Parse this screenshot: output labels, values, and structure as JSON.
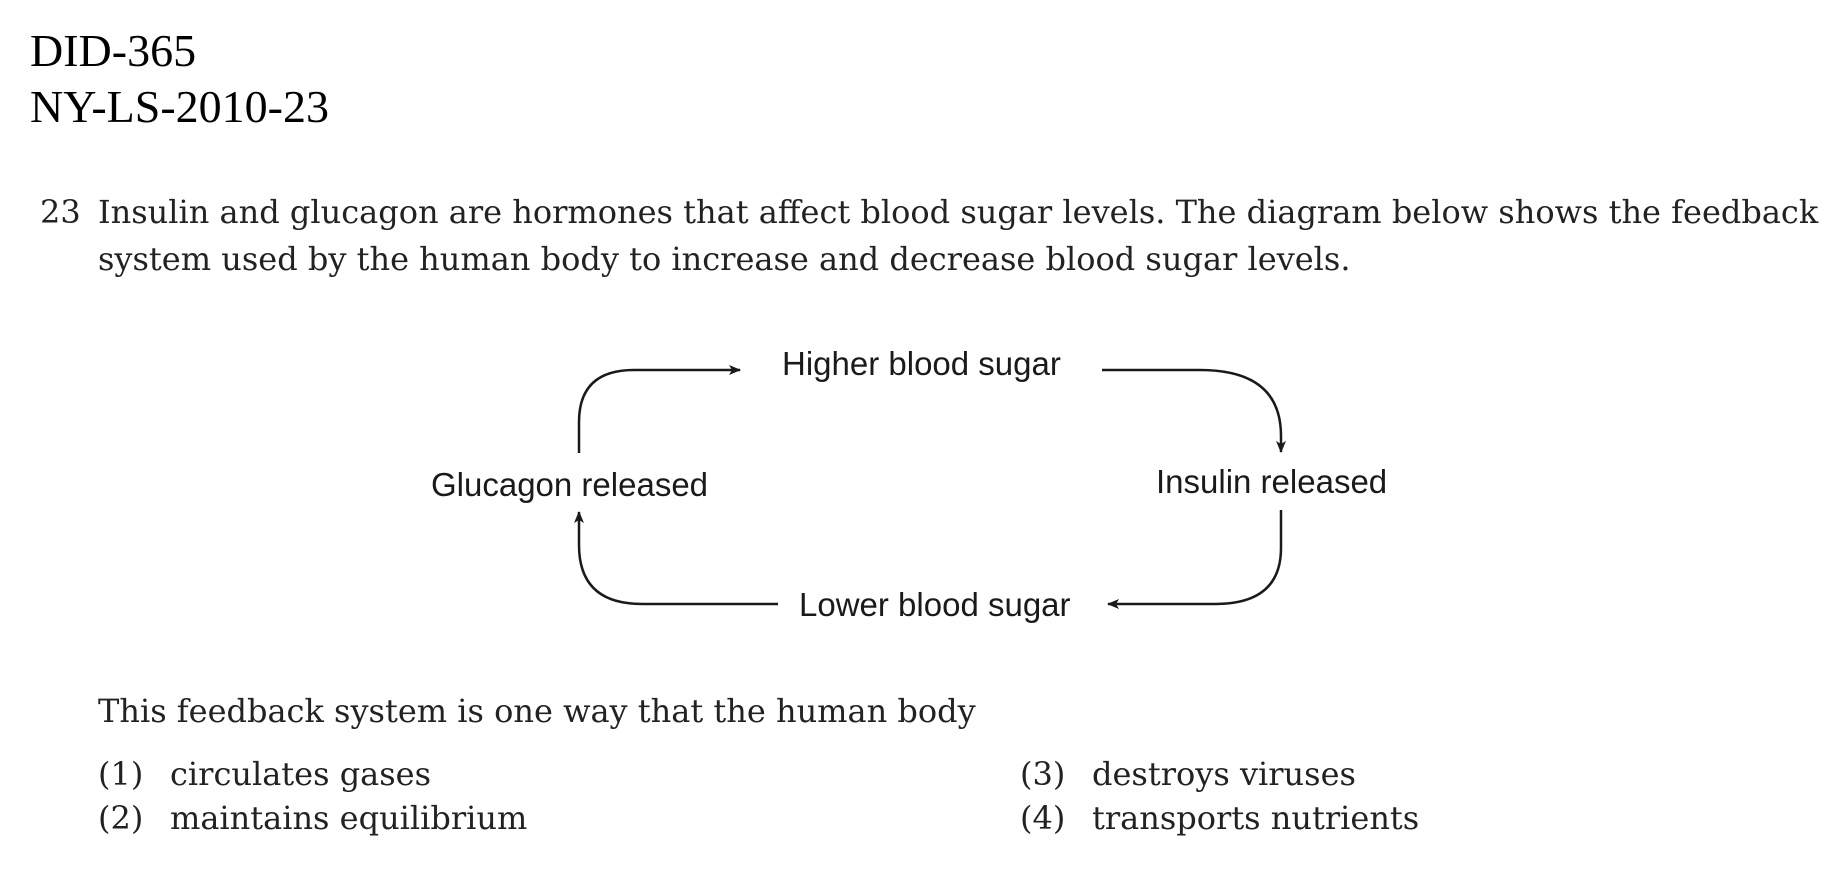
{
  "header": {
    "line1": "DID-365",
    "line2": "NY-LS-2010-23"
  },
  "question": {
    "number": "23",
    "stem_line1": "Insulin and glucagon are hormones that affect blood sugar levels. The diagram below shows the feedback",
    "stem_line2": "system used by the human body to increase and decrease blood sugar levels.",
    "prompt": "This feedback system is one way that the human body"
  },
  "diagram": {
    "higher": "Higher blood sugar",
    "insulin": "Insulin released",
    "lower": "Lower blood sugar",
    "glucagon": "Glucagon released"
  },
  "choices": [
    {
      "num": "(1)",
      "text": "circulates gases"
    },
    {
      "num": "(2)",
      "text": "maintains equilibrium"
    },
    {
      "num": "(3)",
      "text": "destroys viruses"
    },
    {
      "num": "(4)",
      "text": "transports nutrients"
    }
  ]
}
